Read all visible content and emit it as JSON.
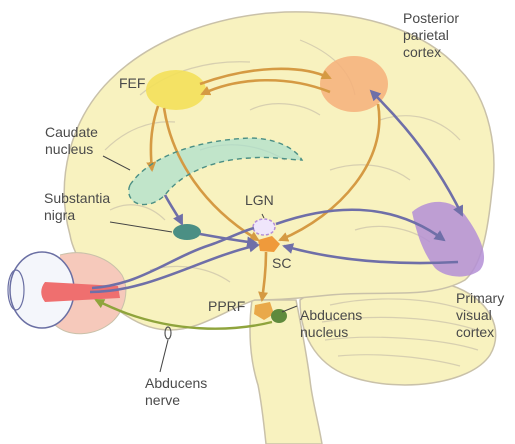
{
  "colors": {
    "brain_fill": "#f8f2bf",
    "brain_outline": "#c9c1a9",
    "orange_path": "#d59a43",
    "purple_path": "#6f6fa8",
    "green_path": "#8fa43c",
    "fef": "#f3e05a",
    "parietal": "#f6b07a",
    "visual_cortex": "#b48fd6",
    "caudate": "#a9e0cf",
    "substantia_nigra": "#4b8f84",
    "superior_colliculus": "#ef9a3b",
    "pprf": "#e9a94a",
    "abducens_nucleus": "#5f8a3d",
    "eye_muscle": "#ef6f6f",
    "eye_outline": "#6a6fa3"
  },
  "labels": {
    "posterior_parietal_cortex": "Posterior\nparietal\ncortex",
    "fef": "FEF",
    "caudate_nucleus": "Caudate\nnucleus",
    "substantia_nigra": "Substantia\nnigra",
    "lgn": "LGN",
    "sc": "SC",
    "pprf": "PPRF",
    "abducens_nucleus": "Abducens\nnucleus",
    "primary_visual_cortex": "Primary\nvisual\ncortex",
    "abducens_nerve": "Abducens\nnerve"
  }
}
